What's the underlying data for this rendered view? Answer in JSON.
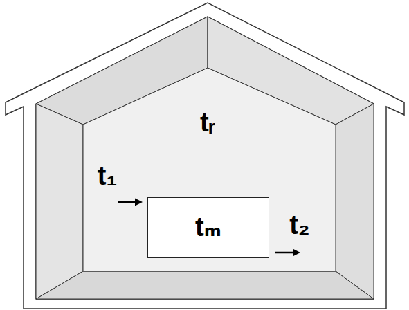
{
  "diagram": {
    "nodes": [
      {
        "text": [
          "tₘ"
        ]
      }
    ],
    "labels": [
      "tᵣ",
      "t₁",
      "t₂"
    ]
  }
}
